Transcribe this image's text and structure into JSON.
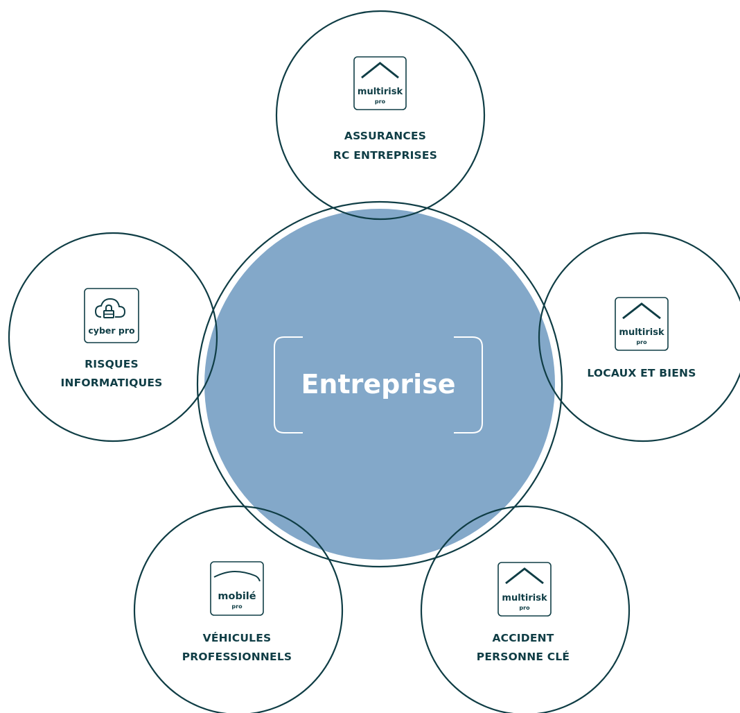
{
  "colors": {
    "stroke": "#0f3d45",
    "center_fill": "#83a8c9",
    "center_text": "#ffffff",
    "background": "#ffffff"
  },
  "center": {
    "title": "Entreprise"
  },
  "satellites": [
    {
      "key": "top",
      "icon": "house-roof-icon",
      "logo_main": "multirisk",
      "logo_sub": "pro",
      "label_lines": [
        "ASSURANCES",
        "RC ENTREPRISES"
      ]
    },
    {
      "key": "left",
      "icon": "cloud-lock-icon",
      "logo_main": "cyber pro",
      "logo_sub": "",
      "label_lines": [
        "RISQUES",
        "INFORMATIQUES"
      ]
    },
    {
      "key": "right",
      "icon": "house-roof-icon",
      "logo_main": "multirisk",
      "logo_sub": "pro",
      "label_lines": [
        "LOCAUX ET BIENS"
      ]
    },
    {
      "key": "bottom-left",
      "icon": "car-roof-icon",
      "logo_main": "mobilé",
      "logo_sub": "pro",
      "label_lines": [
        "VÉHICULES",
        "PROFESSIONNELS"
      ]
    },
    {
      "key": "bottom-right",
      "icon": "house-roof-icon",
      "logo_main": "multirisk",
      "logo_sub": "pro",
      "label_lines": [
        "ACCIDENT",
        "PERSONNE CLÉ"
      ]
    }
  ]
}
